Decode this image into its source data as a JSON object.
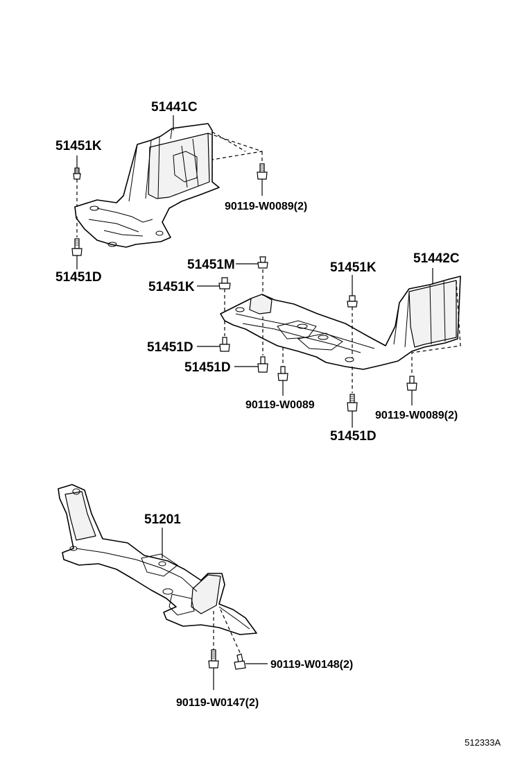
{
  "labels": {
    "p51441C": "51441C",
    "p51451K_a": "51451K",
    "p51451D_a": "51451D",
    "p90119_W0089_2_a": "90119-W0089(2)",
    "p51442C": "51442C",
    "p51451M": "51451M",
    "p51451K_b": "51451K",
    "p51451K_c": "51451K",
    "p51451D_b": "51451D",
    "p51451D_c": "51451D",
    "p90119_W0089": "90119-W0089",
    "p90119_W0089_2_b": "90119-W0089(2)",
    "p51451D_d": "51451D",
    "p51201": "51201",
    "p90119_W0148_2": "90119-W0148(2)",
    "p90119_W0147_2": "90119-W0147(2)"
  },
  "figure_code": "512333A"
}
